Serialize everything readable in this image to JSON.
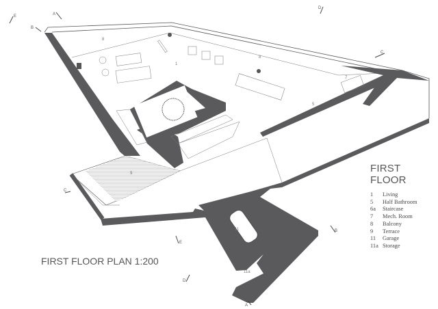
{
  "plan_title": "FIRST FLOOR PLAN 1:200",
  "legend": {
    "title": "FIRST FLOOR",
    "items": [
      {
        "num": "1",
        "label": "Living"
      },
      {
        "num": "5",
        "label": "Half Bathroom"
      },
      {
        "num": "6a",
        "label": "Staircase"
      },
      {
        "num": "7",
        "label": "Mech. Room"
      },
      {
        "num": "8",
        "label": "Balcony"
      },
      {
        "num": "9",
        "label": "Terrace"
      },
      {
        "num": "11",
        "label": "Garage"
      },
      {
        "num": "11a",
        "label": "Storage"
      }
    ]
  },
  "room_labels": {
    "balcony_w": "8",
    "balcony_e": "8",
    "living": "1",
    "mech": "7",
    "bath": "5",
    "terrace": "9",
    "garage": "11",
    "storage": "11a"
  },
  "section_markers": [
    "E",
    "A",
    "B",
    "D",
    "C",
    "C",
    "B",
    "E",
    "D",
    "A"
  ],
  "colors": {
    "wall": "#5a5a5c",
    "line": "#555555"
  }
}
